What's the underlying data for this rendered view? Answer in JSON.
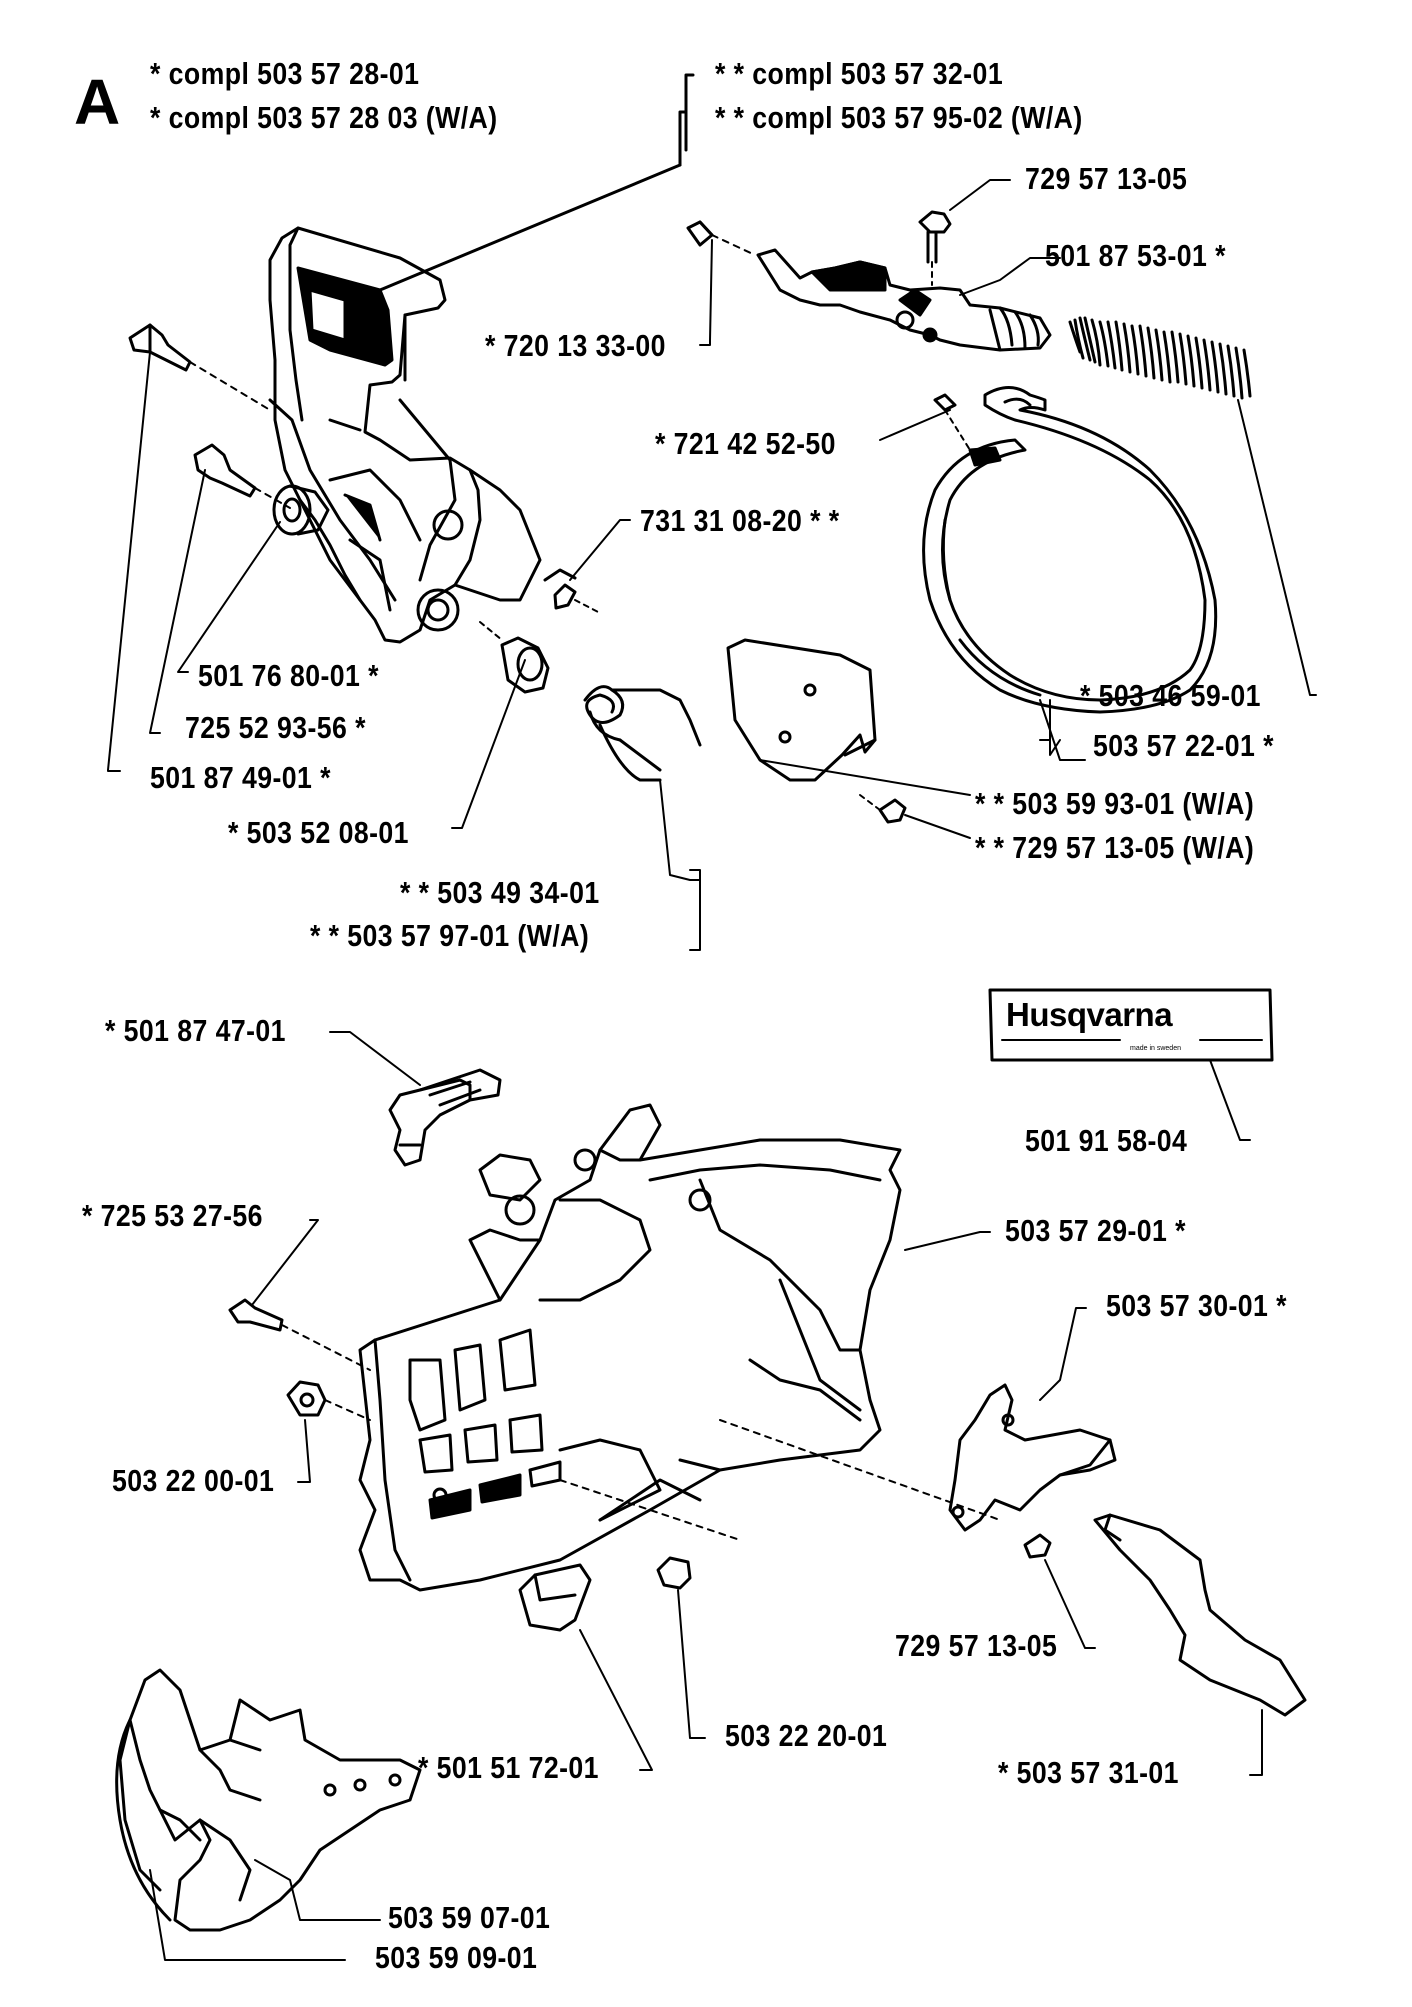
{
  "section_letter": "A",
  "header": {
    "assembly_left": [
      "*  compl 503 57 28-01",
      "*  compl 503 57 28 03 (W/A)"
    ],
    "assembly_right": [
      "* *  compl 503 57 32-01",
      "* *  compl 503 57 95-02 (W/A)"
    ]
  },
  "parts": [
    {
      "id": "p_729_57_13_05_top",
      "text": "729 57 13-05"
    },
    {
      "id": "p_501_87_53_01",
      "text": "501 87 53-01  *"
    },
    {
      "id": "p_720_13_33_00",
      "text": "*  720 13 33-00"
    },
    {
      "id": "p_721_42_52_50",
      "text": "*  721 42 52-50"
    },
    {
      "id": "p_731_31_08_20",
      "text": "731 31 08-20  * *"
    },
    {
      "id": "p_501_76_80_01",
      "text": "501 76 80-01  *"
    },
    {
      "id": "p_725_52_93_56",
      "text": "725 52 93-56  *"
    },
    {
      "id": "p_501_87_49_01",
      "text": "501 87 49-01  *"
    },
    {
      "id": "p_503_52_08_01",
      "text": "*  503 52 08-01"
    },
    {
      "id": "p_503_46_59_01",
      "text": "*  503 46 59-01"
    },
    {
      "id": "p_503_57_22_01",
      "text": "503 57 22-01  *"
    },
    {
      "id": "p_503_59_93_01",
      "text": "* *  503 59 93-01 (W/A)"
    },
    {
      "id": "p_729_57_13_05_wa",
      "text": "* *  729 57 13-05 (W/A)"
    },
    {
      "id": "p_503_49_34_01",
      "text": "* *  503 49 34-01"
    },
    {
      "id": "p_503_57_97_01",
      "text": "* *  503 57 97-01 (W/A)"
    },
    {
      "id": "p_501_87_47_01",
      "text": "*  501 87 47-01"
    },
    {
      "id": "p_501_91_58_04",
      "text": "501 91 58-04"
    },
    {
      "id": "p_725_53_27_56",
      "text": "*  725 53 27-56"
    },
    {
      "id": "p_503_57_29_01",
      "text": "503 57 29-01  *"
    },
    {
      "id": "p_503_57_30_01",
      "text": "503 57 30-01  *"
    },
    {
      "id": "p_503_22_00_01",
      "text": "503 22 00-01"
    },
    {
      "id": "p_729_57_13_05_bottom",
      "text": "729 57 13-05"
    },
    {
      "id": "p_501_51_72_01",
      "text": "*  501 51 72-01"
    },
    {
      "id": "p_503_22_20_01",
      "text": "503 22 20-01"
    },
    {
      "id": "p_503_57_31_01",
      "text": "*  503 57 31-01"
    },
    {
      "id": "p_503_59_07_01",
      "text": "503 59 07-01"
    },
    {
      "id": "p_503_59_09_01",
      "text": "503 59 09-01"
    }
  ],
  "decal": {
    "brand": "Husqvarna",
    "subtext": "made in sweden"
  }
}
